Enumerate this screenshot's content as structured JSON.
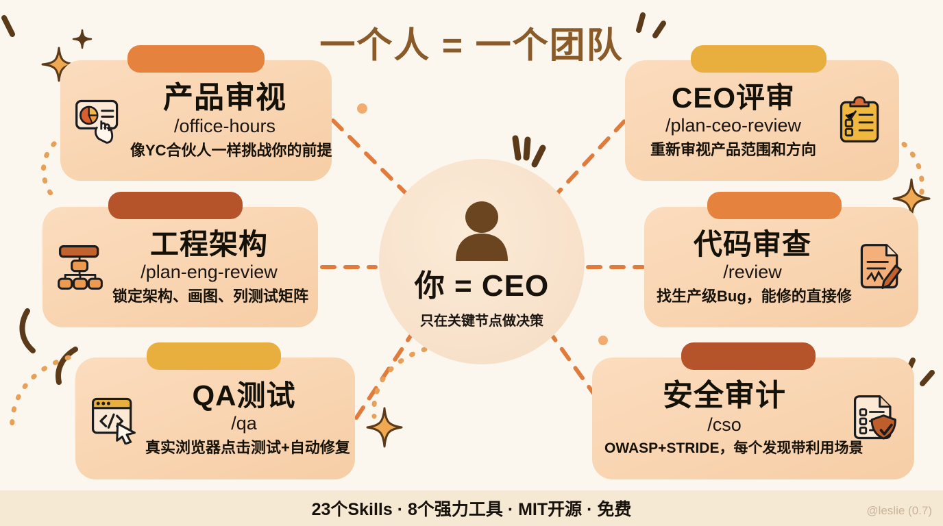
{
  "title": "一个人 = 一个团队",
  "center": {
    "icon": "person-icon",
    "heading": "你 = CEO",
    "subtitle": "只在关键节点做决策"
  },
  "cards": [
    {
      "id": "product",
      "icon": "pie-chart-click-icon",
      "icon_side": "left",
      "title": "产品审视",
      "slug": "/office-hours",
      "desc": "像YC合伙人一样挑战你的前提",
      "tab_color": "#E5823E",
      "card_color": "#F9D6B4"
    },
    {
      "id": "ceo",
      "icon": "clipboard-checklist-icon",
      "icon_side": "right",
      "title": "CEO评审",
      "slug": "/plan-ceo-review",
      "desc": "重新审视产品范围和方向",
      "tab_color": "#E8AE3E",
      "card_color": "#F9D6B4"
    },
    {
      "id": "eng",
      "icon": "org-chart-icon",
      "icon_side": "left",
      "title": "工程架构",
      "slug": "/plan-eng-review",
      "desc": "锁定架构、画图、列测试矩阵",
      "tab_color": "#B5542A",
      "card_color": "#F9D6B4"
    },
    {
      "id": "review",
      "icon": "document-pencil-icon",
      "icon_side": "right",
      "title": "代码审查",
      "slug": "/review",
      "desc": "找生产级Bug，能修的直接修",
      "tab_color": "#E5823E",
      "card_color": "#F9D6B4"
    },
    {
      "id": "qa",
      "icon": "browser-code-cursor-icon",
      "icon_side": "left",
      "title": "QA测试",
      "slug": "/qa",
      "desc": "真实浏览器点击测试+自动修复",
      "tab_color": "#E8AE3E",
      "card_color": "#F9D6B4"
    },
    {
      "id": "sec",
      "icon": "checklist-shield-icon",
      "icon_side": "right",
      "title": "安全审计",
      "slug": "/cso",
      "desc": "OWASP+STRIDE，每个发现带利用场景",
      "tab_color": "#B5542A",
      "card_color": "#F9D6B4"
    }
  ],
  "footer": {
    "text": "23个Skills · 8个强力工具 · MIT开源 · 免费",
    "watermark": "@leslie (0.7)"
  },
  "colors": {
    "background": "#FBF7EE",
    "title_brown": "#8A5A28",
    "accent_orange": "#E5823E",
    "accent_yellow": "#E8AE3E",
    "accent_rust": "#B5542A",
    "hub_cream": "#F8E3CD",
    "footer_band": "#F6E9D4",
    "text_dark": "#141109",
    "watermark_grey": "#C9B49A"
  }
}
